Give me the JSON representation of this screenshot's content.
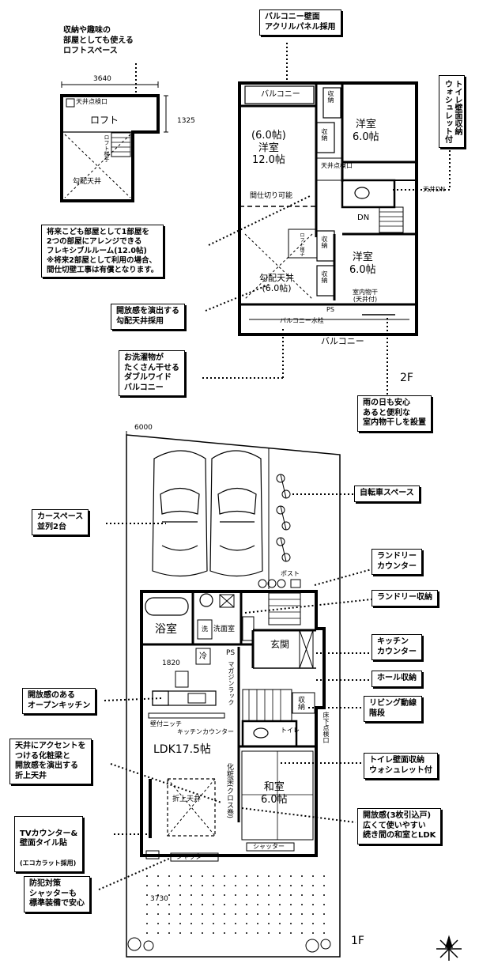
{
  "loft": {
    "note": "収納や趣味の\n部屋としても使える\nロフトスペース",
    "width_dim": "3640",
    "height_dim": "1325",
    "hatch_label": "天井点検口",
    "room_label": "ロフト",
    "ladder_label": "ロフト梯子",
    "ceiling_label": "勾配天井"
  },
  "floor2": {
    "balcony_wall_note": "バルコニー壁面\nアクリルパネル採用",
    "toilet_note": "トイレ壁面収納\nウォシュレット付",
    "flexible_note": "将来こども部屋として1部屋を\n2つの部屋にアレンジできる\nフレキシブルルーム(12.0帖)\n※将来2部屋として利用の場合、\n間仕切壁工事は有償となります。",
    "open_ceiling_note": "開放感を演出する\n勾配天井採用",
    "double_balcony_note": "お洗濯物が\nたくさん干せる\nダブルワイド\nバルコニー",
    "indoor_dry_note": "雨の日も安心\nあると便利な\n室内物干しを設置",
    "balcony_top": "バルコニー",
    "balcony_bottom": "バルコニー",
    "storage": "収納",
    "western_room": "洋室\n6.0帖",
    "western_room2": "洋室\n6.0帖",
    "large_room": "(6.0帖)\n洋室\n12.0帖",
    "hatch": "天井点検口",
    "partition": "間仕切り可能",
    "ceiling_6": "勾配天井\n(6.0帖)",
    "loft_ladder": "ロフト梯子",
    "indoor_dry": "室内物干\n(天井付)",
    "faucet": "バルコニー水栓",
    "toilet_dn": "天井DN",
    "dn": "DN",
    "ps": "PS",
    "floor_label": "2F"
  },
  "floor1": {
    "width_dim": "6000",
    "bottom_dim": "3730",
    "floor_label": "1F",
    "notes": {
      "car_space": "カースペース\n並列2台",
      "bicycle": "自転車スペース",
      "laundry_counter": "ランドリー\nカウンター",
      "laundry_storage": "ランドリー収納",
      "kitchen_counter": "キッチン\nカウンター",
      "hall_storage": "ホール収納",
      "living_stairs": "リビング動線\n階段",
      "open_kitchen": "開放感のある\nオープンキッチン",
      "toilet_storage": "トイレ壁面収納\nウォシュレット付",
      "ceiling_accent": "天井にアクセントを\nつける化粧梁と\n開放感を演出する\n折上天井",
      "tv_counter_main": "TVカウンター&\n壁面タイル貼",
      "tv_counter_sub": "(エコカラット採用)",
      "wa_room": "開放感(3枚引込戸)\n広くて使いやすい\n続き間の和室とLDK",
      "shutter_note": "防犯対策\nシャッターも\n標準装備で安心"
    },
    "labels": {
      "post": "ポスト",
      "bath": "浴室",
      "washroom": "洗面室",
      "entrance": "玄関",
      "fridge": "冷",
      "dim_1820": "1820",
      "ps": "PS",
      "magazine_rack": "マガジンラック",
      "niche": "壁付ニッチ",
      "kitchen_counter": "キッチンカウンター",
      "ldk": "LDK17.5帖",
      "beam": "化粧梁(クロス巻)",
      "folded_ceiling": "折上天井",
      "wa_room": "和室\n6.0帖",
      "storage": "収納",
      "shutter1": "シャッター",
      "shutter2": "シャッター",
      "under_floor": "床下点検口",
      "wash": "洗",
      "toilet": "トイレ"
    }
  }
}
